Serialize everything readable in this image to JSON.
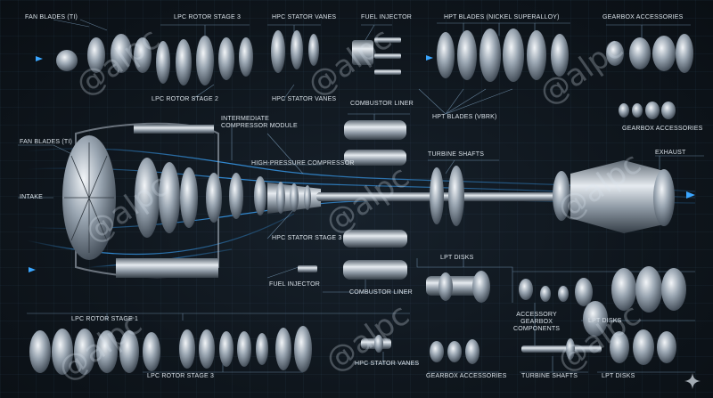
{
  "labels": {
    "fan_blades_top": "FAN BLADES (TI)",
    "lpc_rotor_stage3_top": "LPC ROTOR STAGE 3",
    "hpc_stator_vanes_top": "HPC STATOR VANES",
    "fuel_injector_top": "FUEL INJECTOR",
    "hpt_blades_nickel": "HPT BLADES (NICKEL SUPERALLOY)",
    "gearbox_accessories_top": "GEARBOX ACCESSORIES",
    "lpc_rotor_stage2": "LPC ROTOR STAGE 2",
    "hpc_stator_vanes_mid": "HPC STATOR VANES",
    "combustor_liner_top": "COMBUSTOR LINER",
    "hpt_blades_vbrk": "HPT BLADES (VBRK)",
    "gearbox_accessories_right": "GEARBOX ACCESSORIES",
    "intermediate_module": "INTERMEDIATE\nCOMPRESSOR MODULE",
    "fan_blades_left": "FAN BLADES (TI)",
    "turbine_shafts_top": "TURBINE SHAFTS",
    "exhaust": "EXHAUST",
    "high_pressure_compressor": "HIGH-PRESSURE COMPRESSOR",
    "intake": "INTAKE",
    "hpc_stator_stage3": "HPC STATOR STAGE 3",
    "fuel_injector_mid": "FUEL INJECTOR",
    "combustor_liner_mid": "COMBUSTOR LINER",
    "lpt_disks_center": "LPT DISKS",
    "accessory_gearbox": "ACCESSORY\nGEARBOX\nCOMPONENTS",
    "lpt_disks_right": "LPT DISKS",
    "lpc_rotor_stage1": "LPC ROTOR STAGE 1",
    "lpc_rotor_stage3_bottom": "LPC ROTOR STAGE 3",
    "hpc_stator_vanes_bottom": "HPC STATOR VANES",
    "gearbox_accessories_bottom": "GEARBOX ACCESSORIES",
    "turbine_shafts_bottom": "TURBINE SHAFTS",
    "lpt_disks_bottom": "LPT DISKS"
  },
  "watermark": "@alpc",
  "colors": {
    "background": "#0d131a",
    "line": "#7fa2c0",
    "airflow": "#3aa6ff",
    "metal": "#b8c2cc"
  },
  "icons": [
    "sparkle-icon"
  ]
}
